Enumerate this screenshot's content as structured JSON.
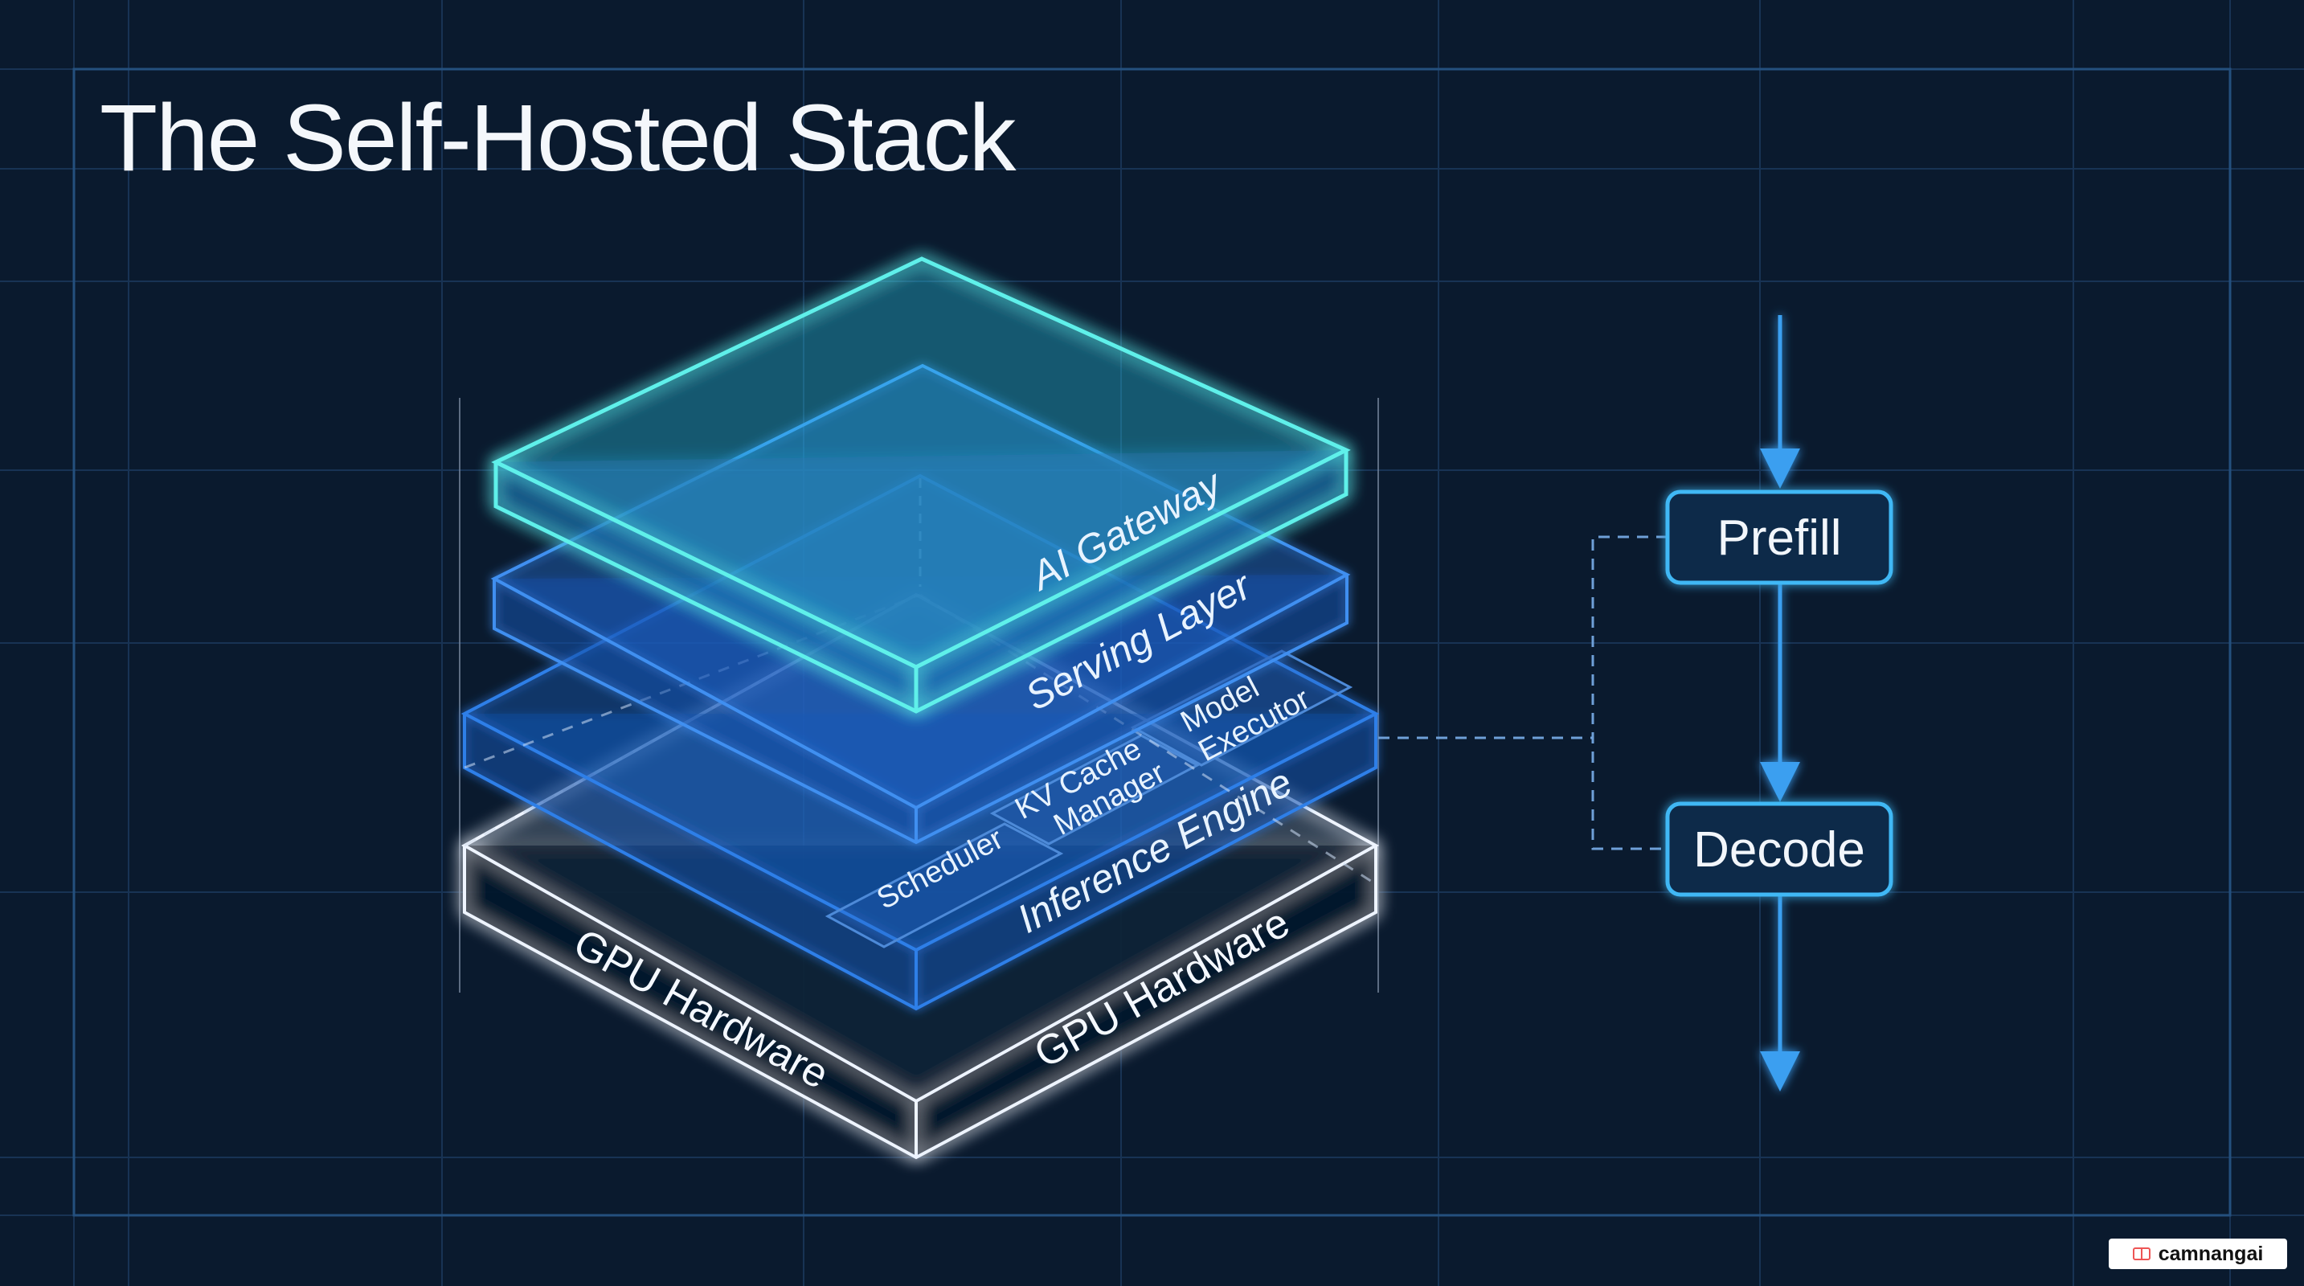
{
  "title": "The Self-Hosted Stack",
  "layers": {
    "gateway": "AI Gateway",
    "serving": "Serving Layer",
    "inference": "Inference Engine",
    "gpu_right": "GPU Hardware",
    "gpu_left": "GPU Hardware"
  },
  "inference_components": {
    "scheduler": "Scheduler",
    "kv_cache_line1": "KV Cache",
    "kv_cache_line2": "Manager",
    "model_line1": "Model",
    "model_line2": "Executor"
  },
  "pipeline": {
    "prefill": "Prefill",
    "decode": "Decode"
  },
  "watermark": "camnangai",
  "colors": {
    "background": "#0a1a2e",
    "gateway": "#5ff0ea",
    "serving": "#3f8ff0",
    "inference": "#2f7fe8",
    "gpu": "#eef4ff",
    "flow": "#3a9ff0"
  }
}
